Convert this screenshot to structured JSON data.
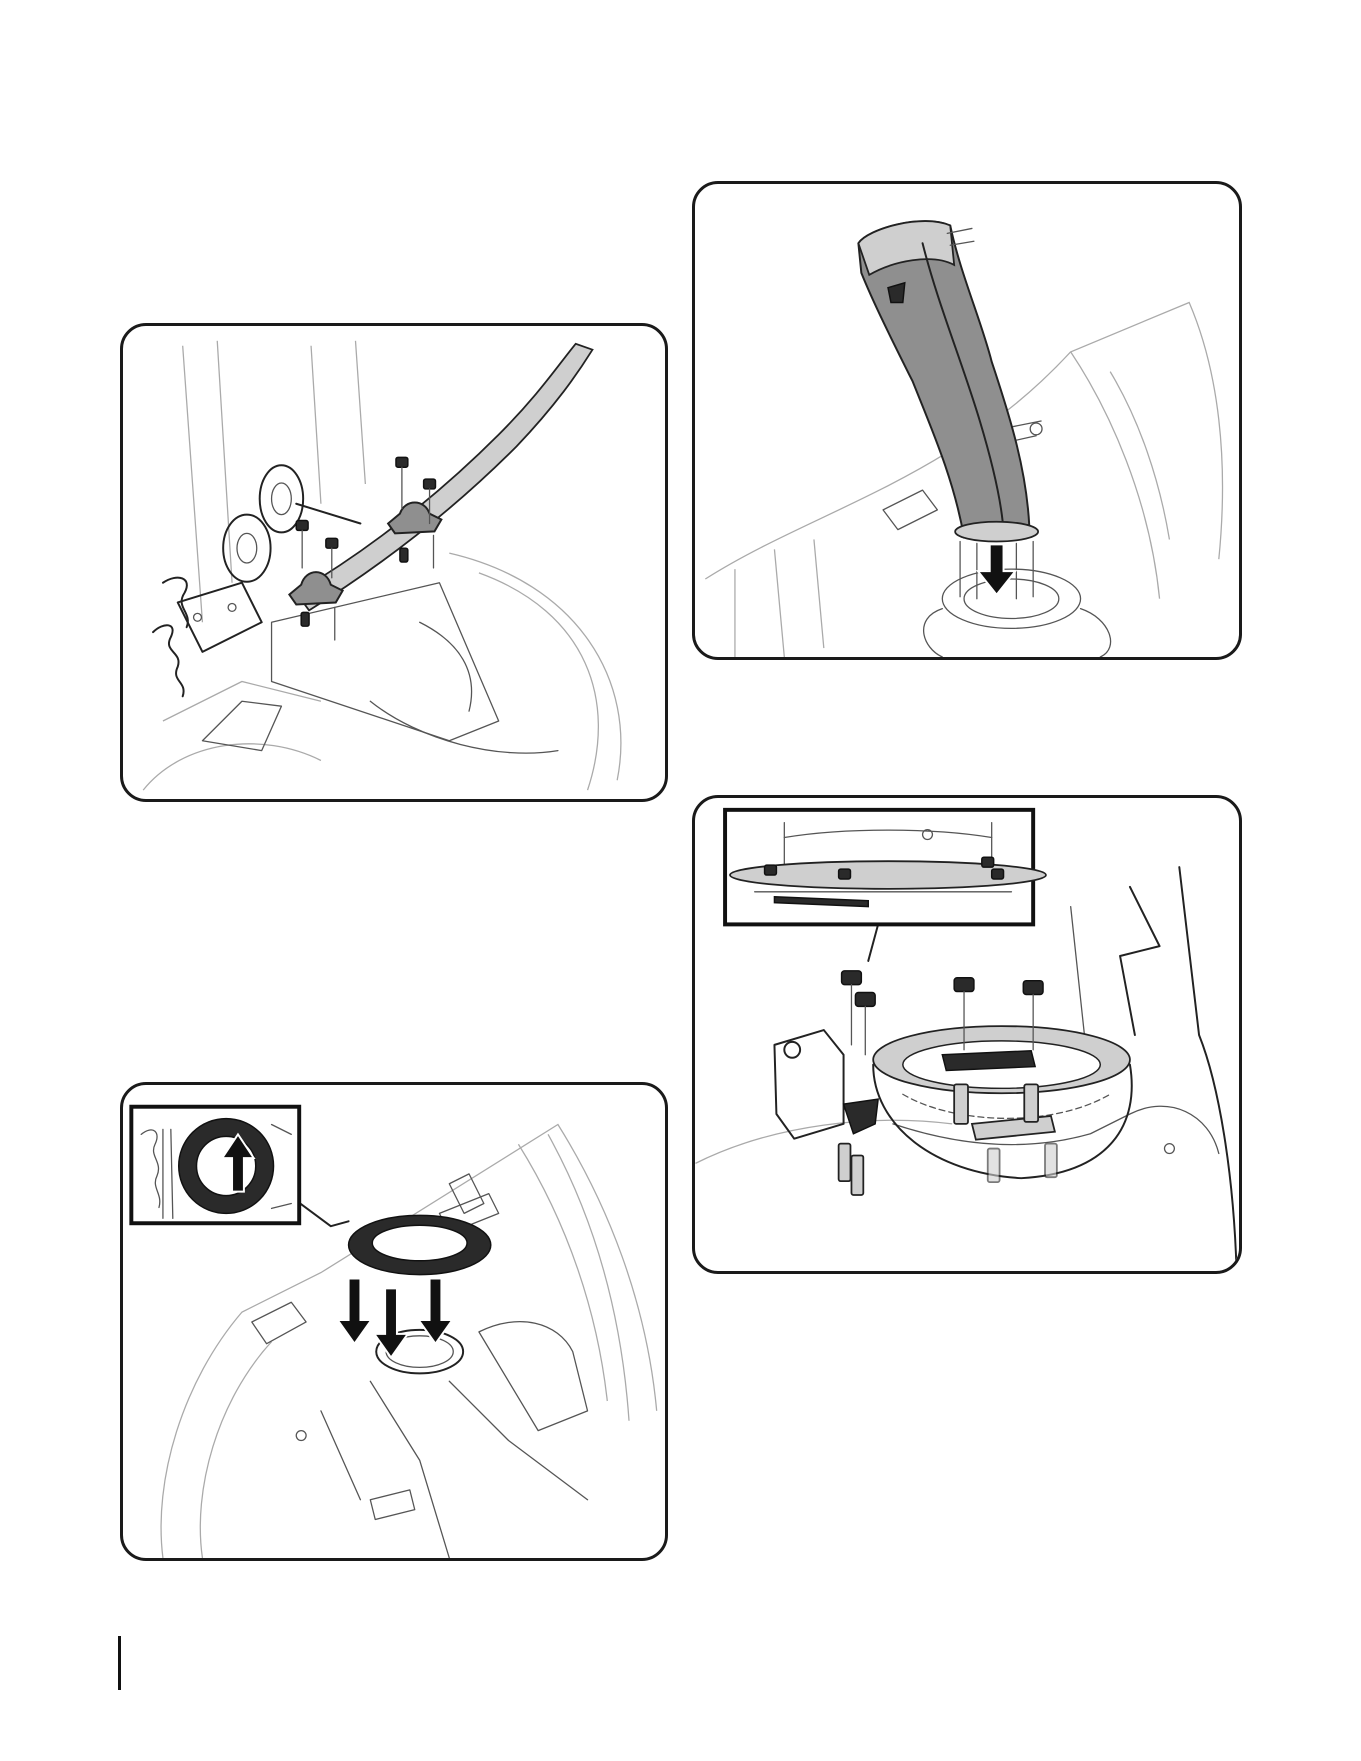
{
  "page": {
    "footer_text": ""
  },
  "figures": [
    {
      "id": "figure-chute-crank-bracket",
      "icons": [
        "chute-crank-rod",
        "saddle-bracket",
        "hex-nut-icon",
        "carriage-bolt-icon"
      ]
    },
    {
      "id": "figure-chute-install",
      "icons": [
        "discharge-chute",
        "down-arrow-icon",
        "chute-flange"
      ]
    },
    {
      "id": "figure-flange-ring-placement",
      "icons": [
        "toothed-flange-ring",
        "up-arrow-icon",
        "down-arrow-icon",
        "detail-inset"
      ]
    },
    {
      "id": "figure-flange-keeper-fasteners",
      "icons": [
        "flange-keeper",
        "hex-nut-icon",
        "hex-bolt-icon",
        "detail-inset"
      ]
    }
  ]
}
